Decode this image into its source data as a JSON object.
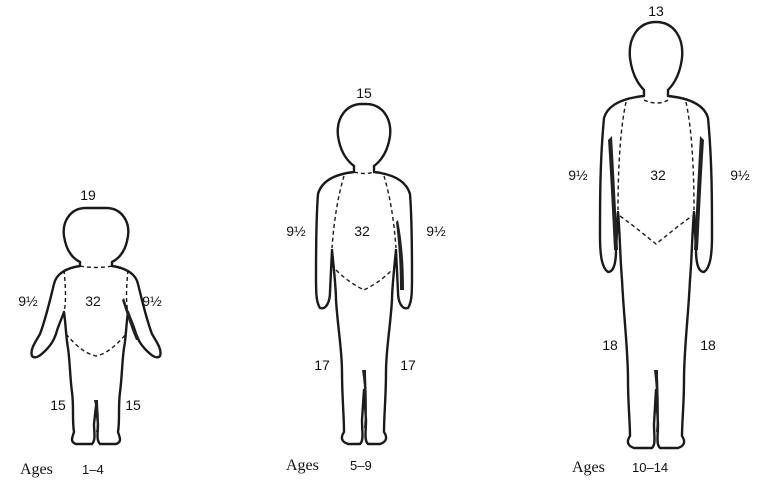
{
  "figures": [
    {
      "caption_word": "Ages",
      "caption_range": "1–4",
      "head": "19",
      "left_arm": "9½",
      "right_arm": "9½",
      "trunk": "32",
      "left_leg": "15",
      "right_leg": "15"
    },
    {
      "caption_word": "Ages",
      "caption_range": "5–9",
      "head": "15",
      "left_arm": "9½",
      "right_arm": "9½",
      "trunk": "32",
      "left_leg": "17",
      "right_leg": "17"
    },
    {
      "caption_word": "Ages",
      "caption_range": "10–14",
      "head": "13",
      "left_arm": "9½",
      "right_arm": "9½",
      "trunk": "32",
      "left_leg": "18",
      "right_leg": "18"
    }
  ]
}
